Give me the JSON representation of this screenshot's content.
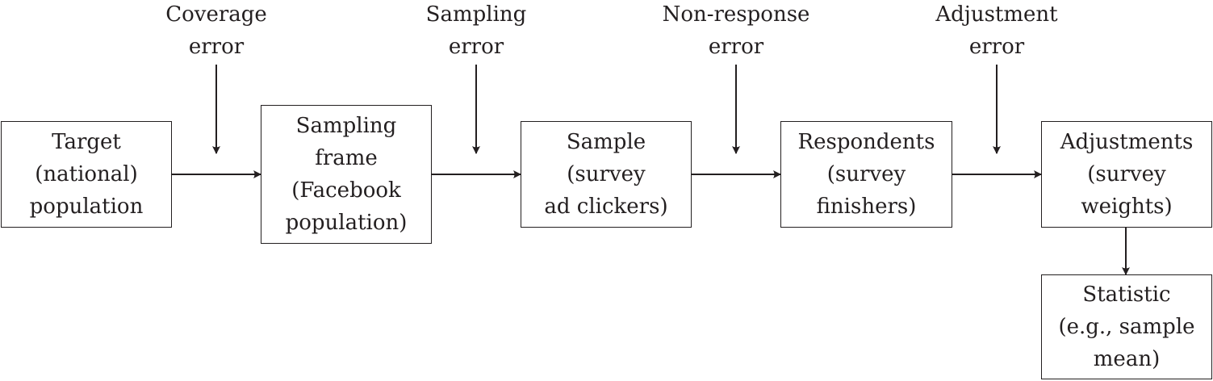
{
  "diagram": {
    "stages": [
      {
        "lines": [
          "Target",
          "(national)",
          "population"
        ]
      },
      {
        "lines": [
          "Sampling",
          "frame",
          "(Facebook",
          "population)"
        ]
      },
      {
        "lines": [
          "Sample",
          "(survey",
          "ad clickers)"
        ]
      },
      {
        "lines": [
          "Respondents",
          "(survey",
          "finishers)"
        ]
      },
      {
        "lines": [
          "Adjustments",
          "(survey",
          "weights)"
        ]
      },
      {
        "lines": [
          "Statistic",
          "(e.g., sample",
          "mean)"
        ]
      }
    ],
    "errors": [
      {
        "lines": [
          "Coverage",
          "error"
        ]
      },
      {
        "lines": [
          "Sampling",
          "error"
        ]
      },
      {
        "lines": [
          "Non-response",
          "error"
        ]
      },
      {
        "lines": [
          "Adjustment",
          "error"
        ]
      }
    ]
  }
}
